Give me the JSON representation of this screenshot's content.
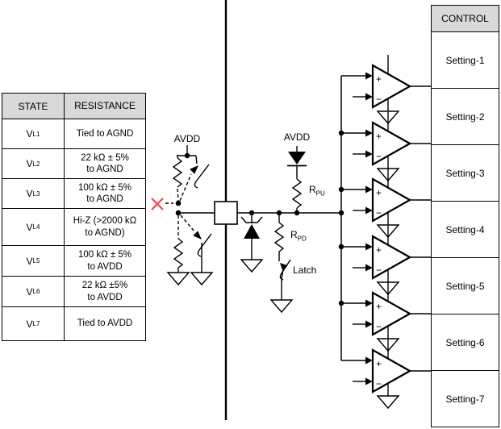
{
  "state_table": {
    "header": {
      "state": "STATE",
      "resistance": "RESISTANCE"
    },
    "rows": [
      {
        "state_base": "V",
        "state_sub": "L1",
        "resistance": "Tied to AGND"
      },
      {
        "state_base": "V",
        "state_sub": "L2",
        "resistance": "22 kΩ ± 5%\nto AGND"
      },
      {
        "state_base": "V",
        "state_sub": "L3",
        "resistance": "100 kΩ ± 5%\nto AGND"
      },
      {
        "state_base": "V",
        "state_sub": "L4",
        "resistance": "Hi-Z (>2000 kΩ\nto AGND)"
      },
      {
        "state_base": "V",
        "state_sub": "L5",
        "resistance": "100 kΩ ± 5%\nto AVDD"
      },
      {
        "state_base": "V",
        "state_sub": "L6",
        "resistance": "22 kΩ ±5%\nto AVDD"
      },
      {
        "state_base": "V",
        "state_sub": "L7",
        "resistance": "Tied to AVDD"
      }
    ]
  },
  "control_table": {
    "header": "CONTROL",
    "rows": [
      "Setting-1",
      "Setting-2",
      "Setting-3",
      "Setting-4",
      "Setting-5",
      "Setting-6",
      "Setting-7"
    ]
  },
  "labels": {
    "avdd_left": "AVDD",
    "avdd_right": "AVDD",
    "rpu_base": "R",
    "rpu_sub": "PU",
    "rpd_base": "R",
    "rpd_sub": "PD",
    "latch": "Latch"
  },
  "comparator": {
    "plus": "+",
    "minus": "−"
  },
  "colors": {
    "line": "#000000",
    "table_header_bg": "#d9d9d9",
    "x_mark": "#f04747",
    "background": "#ffffff"
  }
}
